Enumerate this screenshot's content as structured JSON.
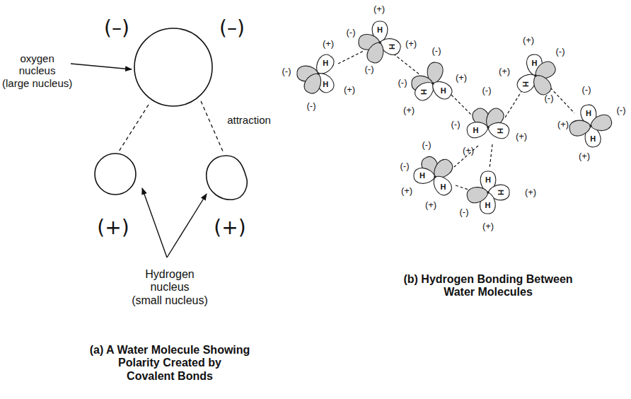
{
  "diagram": {
    "labels": [
      "(–)",
      "(–)",
      "oxygen nucleus (large nucleus)",
      "attraction",
      "(+)",
      "(+)",
      "Hydrogen nucleus (small nucleus)",
      "(a) A Water Molecule Showing Polarity Created by Covalent Bonds",
      "(b) Hydrogen Bonding Between Water Molecules",
      "(+)",
      "(-)",
      "(+)",
      "(-)",
      "H",
      "H",
      "(+)",
      "(-)",
      "(+)",
      "(-)",
      "H",
      "H",
      "(-)",
      "(-)",
      "(+)",
      "(+)",
      "H",
      "H",
      "(+)",
      "(-)",
      "(+)",
      "(-)",
      "H",
      "H",
      "(-)",
      "(-)",
      "(+)",
      "(+)",
      "H",
      "H",
      "(-)",
      "(-)",
      "(+)",
      "(+)",
      "H",
      "H",
      "(-)",
      "(-)",
      "(+)",
      "(+)",
      "H",
      "H",
      "(-)",
      "(+)",
      "(+)",
      "H",
      "H",
      "H"
    ]
  }
}
